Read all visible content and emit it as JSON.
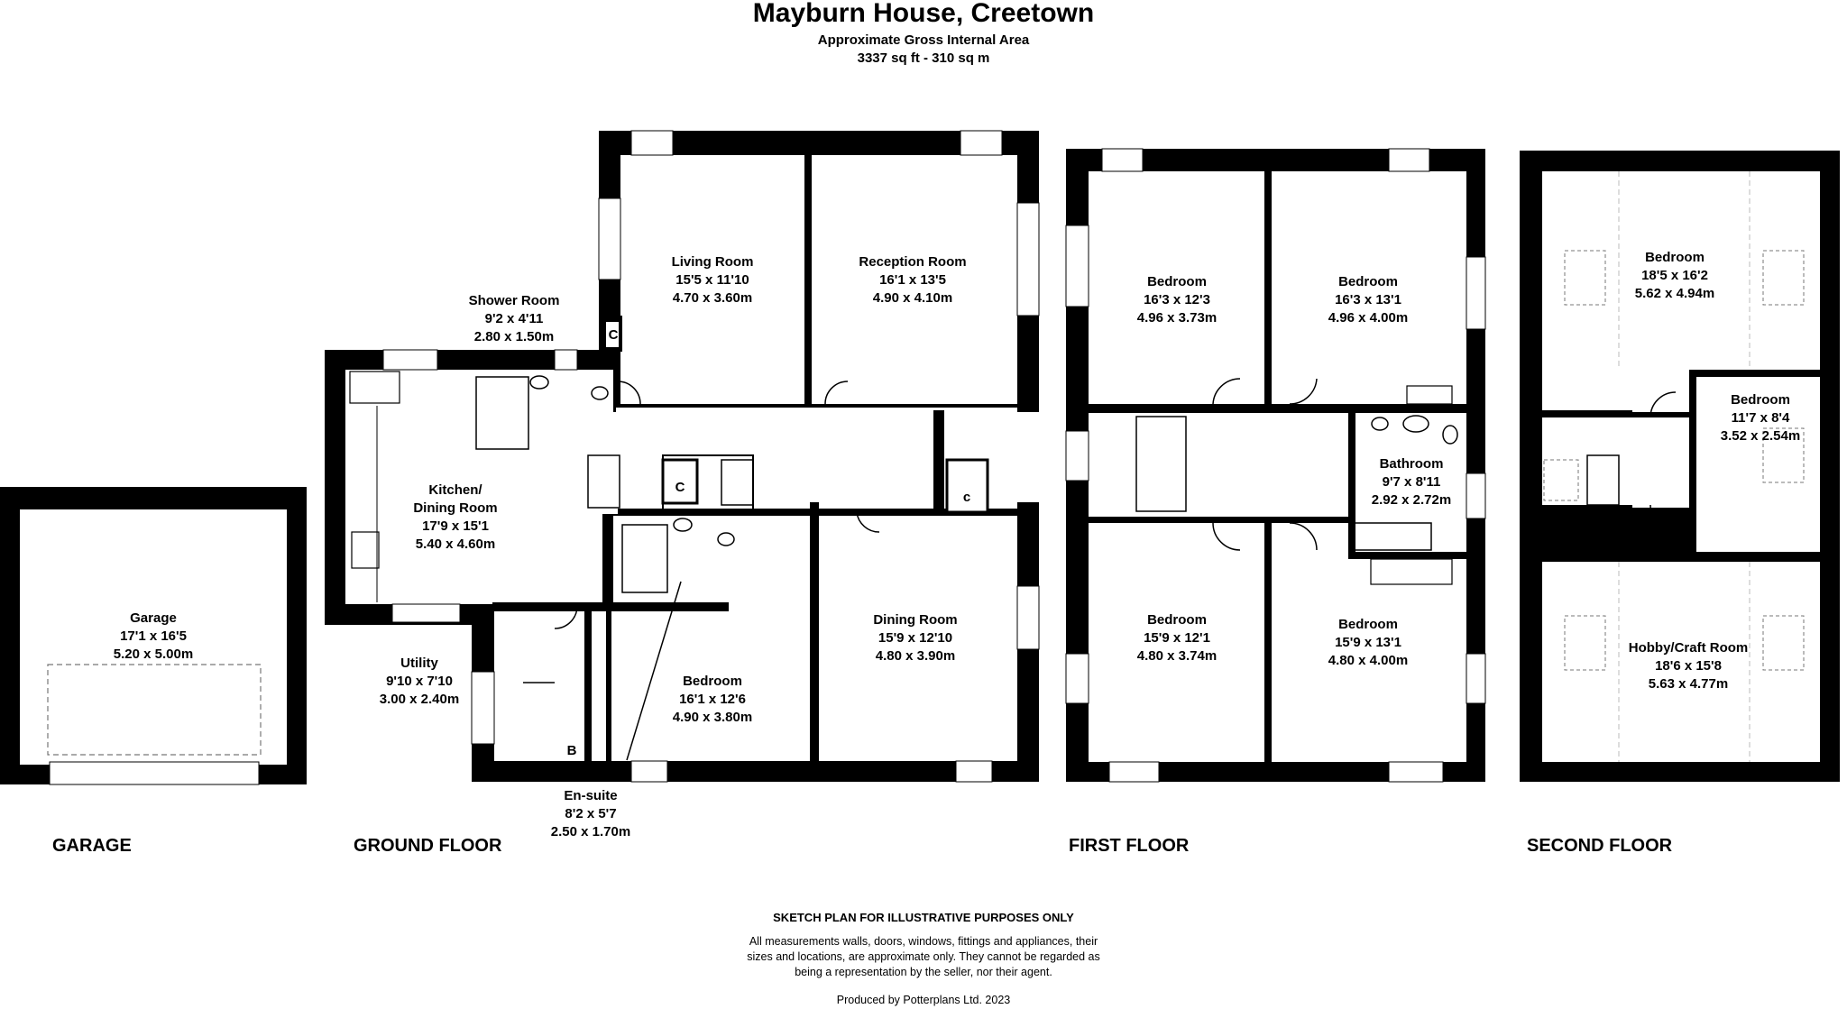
{
  "header": {
    "title": "Mayburn House, Creetown",
    "subtitle": "Approximate Gross Internal Area",
    "area": "3337 sq ft - 310 sq m"
  },
  "floors": {
    "garage": "GARAGE",
    "ground": "GROUND FLOOR",
    "first": "FIRST FLOOR",
    "second": "SECOND FLOOR"
  },
  "rooms": {
    "garage": {
      "name": "Garage",
      "imperial": "17'1 x 16'5",
      "metric": "5.20 x 5.00m"
    },
    "living": {
      "name": "Living Room",
      "imperial": "15'5 x 11'10",
      "metric": "4.70 x 3.60m"
    },
    "reception": {
      "name": "Reception Room",
      "imperial": "16'1 x 13'5",
      "metric": "4.90 x 4.10m"
    },
    "shower": {
      "name": "Shower Room",
      "imperial": "9'2 x 4'11",
      "metric": "2.80 x 1.50m"
    },
    "kitchen": {
      "name1": "Kitchen/",
      "name2": "Dining Room",
      "imperial": "17'9 x 15'1",
      "metric": "5.40 x 4.60m"
    },
    "utility": {
      "name": "Utility",
      "imperial": "9'10 x 7'10",
      "metric": "3.00 x 2.40m"
    },
    "gf_bedroom": {
      "name": "Bedroom",
      "imperial": "16'1 x 12'6",
      "metric": "4.90 x 3.80m"
    },
    "dining": {
      "name": "Dining Room",
      "imperial": "15'9 x 12'10",
      "metric": "4.80 x 3.90m"
    },
    "ensuite": {
      "name": "En-suite",
      "imperial": "8'2 x 5'7",
      "metric": "2.50 x 1.70m"
    },
    "ff_bed1": {
      "name": "Bedroom",
      "imperial": "16'3 x 12'3",
      "metric": "4.96 x 3.73m"
    },
    "ff_bed2": {
      "name": "Bedroom",
      "imperial": "16'3 x 13'1",
      "metric": "4.96 x 4.00m"
    },
    "bathroom": {
      "name": "Bathroom",
      "imperial": "9'7 x 8'11",
      "metric": "2.92 x 2.72m"
    },
    "ff_bed3": {
      "name": "Bedroom",
      "imperial": "15'9 x 12'1",
      "metric": "4.80 x 3.74m"
    },
    "ff_bed4": {
      "name": "Bedroom",
      "imperial": "15'9 x 13'1",
      "metric": "4.80 x 4.00m"
    },
    "sf_bed1": {
      "name": "Bedroom",
      "imperial": "18'5 x 16'2",
      "metric": "5.62 x 4.94m"
    },
    "sf_bed2": {
      "name": "Bedroom",
      "imperial": "11'7 x 8'4",
      "metric": "3.52 x 2.54m"
    },
    "hobby": {
      "name": "Hobby/Craft Room",
      "imperial": "18'6 x 15'8",
      "metric": "5.63 x 4.77m"
    }
  },
  "markers": {
    "cupboard": "C",
    "cupboard_small": "c",
    "boiler": "B"
  },
  "footer": {
    "disclaimer_title": "SKETCH PLAN FOR ILLUSTRATIVE PURPOSES ONLY",
    "disclaimer_line1": "All measurements walls, doors, windows, fittings and appliances, their",
    "disclaimer_line2": "sizes and locations, are approximate only. They cannot be regarded as",
    "disclaimer_line3": "being a representation by the seller, nor their agent.",
    "produced_by": "Produced by Potterplans Ltd. 2023"
  }
}
